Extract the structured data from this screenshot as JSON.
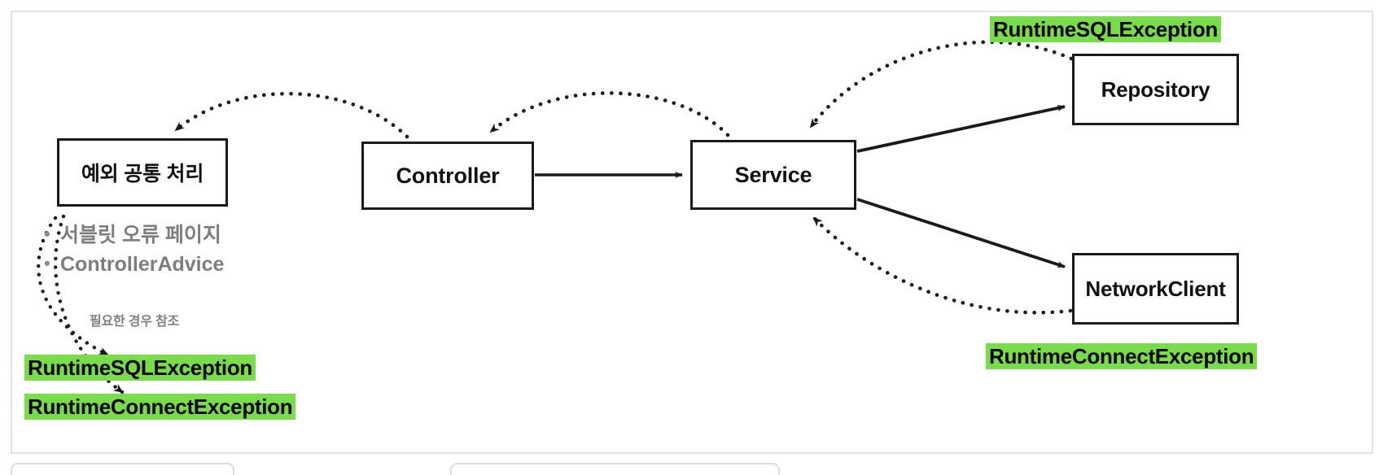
{
  "diagram": {
    "title": "Spring exception translation flow",
    "colors": {
      "highlight_green": "#78dc4b",
      "node_border": "#1a1a1a",
      "muted_text": "#7d7d7d",
      "panel_border": "#e2e2e2"
    },
    "nodes": [
      {
        "id": "exception-handler",
        "label": "예외 공통 처리"
      },
      {
        "id": "controller",
        "label": "Controller"
      },
      {
        "id": "service",
        "label": "Service"
      },
      {
        "id": "repository",
        "label": "Repository"
      },
      {
        "id": "networkclient",
        "label": "NetworkClient"
      }
    ],
    "bullets": [
      "서블릿 오류 페이지",
      "ControllerAdvice"
    ],
    "caption": "필요한 경우 참조",
    "chips": [
      {
        "id": "repo-exception",
        "label": "RuntimeSQLException"
      },
      {
        "id": "net-exception",
        "label": "RuntimeConnectException"
      },
      {
        "id": "left-sql",
        "label": "RuntimeSQLException"
      },
      {
        "id": "left-connect",
        "label": "RuntimeConnectException"
      }
    ],
    "edges": [
      {
        "id": "controller-to-service",
        "style": "solid",
        "from": "Controller",
        "to": "Service"
      },
      {
        "id": "service-to-repository",
        "style": "solid",
        "from": "Service",
        "to": "Repository"
      },
      {
        "id": "service-to-networkclient",
        "style": "solid",
        "from": "Service",
        "to": "NetworkClient"
      },
      {
        "id": "repository-to-service",
        "style": "dotted",
        "from": "Repository",
        "to": "Service"
      },
      {
        "id": "networkclient-to-service",
        "style": "dotted",
        "from": "NetworkClient",
        "to": "Service"
      },
      {
        "id": "service-to-controller",
        "style": "dotted",
        "from": "Service",
        "to": "Controller"
      },
      {
        "id": "controller-to-handler",
        "style": "dotted",
        "from": "Controller",
        "to": "예외 공통 처리"
      },
      {
        "id": "handler-to-sql-chip",
        "style": "dotted",
        "from": "예외 공통 처리",
        "to": "RuntimeSQLException"
      },
      {
        "id": "handler-to-connect-chip",
        "style": "dotted",
        "from": "예외 공통 처리",
        "to": "RuntimeConnectException"
      }
    ]
  }
}
